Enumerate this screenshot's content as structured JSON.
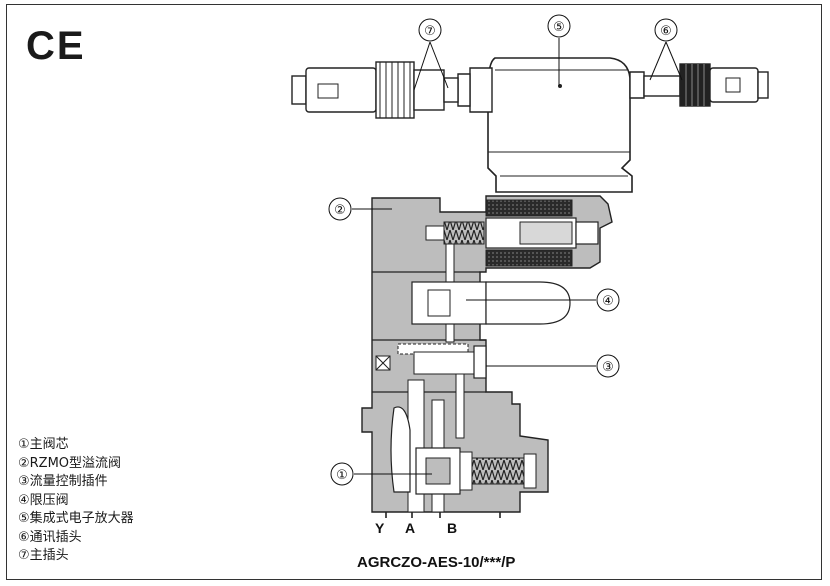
{
  "ce_mark": "CE",
  "legend": [
    "①主阀芯",
    "②RZMO型溢流阀",
    "③流量控制插件",
    "④限压阀",
    "⑤集成式电子放大器",
    "⑥通讯插头",
    "⑦主插头"
  ],
  "callouts": [
    "①",
    "②",
    "③",
    "④",
    "⑤",
    "⑥",
    "⑦"
  ],
  "ports": [
    "Y",
    "A",
    "B"
  ],
  "model": "AGRCZO-AES-10/***/P"
}
